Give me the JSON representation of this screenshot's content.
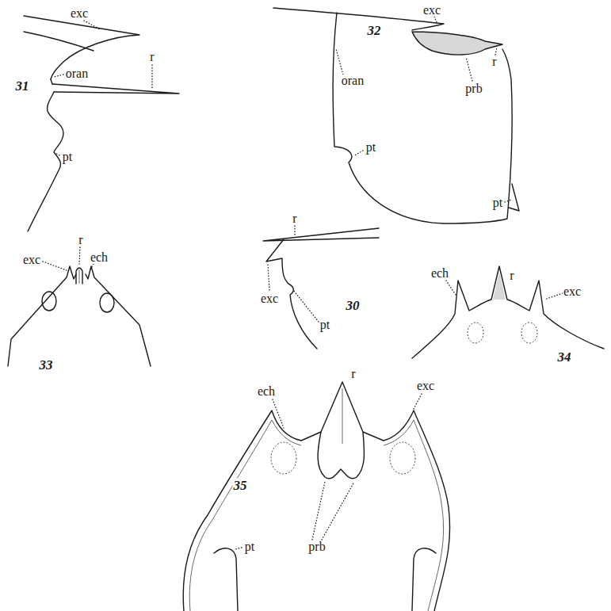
{
  "diagram": {
    "labels": [
      "exc",
      "r",
      "31",
      "oran",
      "pt",
      "exc",
      "32",
      "r",
      "oran",
      "prb",
      "pt",
      "pt",
      "r",
      "exc",
      "ech",
      "33",
      "r",
      "exc",
      "30",
      "pt",
      "ech",
      "r",
      "exc",
      "34",
      "ech",
      "r",
      "exc",
      "35",
      "pt",
      "prb"
    ]
  }
}
